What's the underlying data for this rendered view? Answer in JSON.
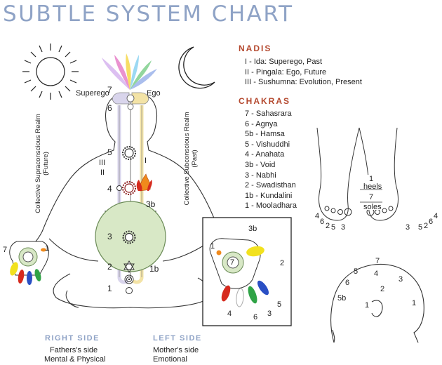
{
  "title": "SUBTLE SYSTEM CHART",
  "nadis": {
    "heading": "NADIS",
    "items": [
      "I - Ida: Superego, Past",
      "II - Pingala: Ego, Future",
      "III - Sushumna: Evolution, Present"
    ]
  },
  "chakras": {
    "heading": "CHAKRAS",
    "items": [
      "7 - Sahasrara",
      "6 - Agnya",
      "5b - Hamsa",
      "5 - Vishuddhi",
      "4 - Anahata",
      "3b - Void",
      "3 - Nabhi",
      "2 - Swadisthan",
      "1b - Kundalini",
      "1 - Mooladhara"
    ]
  },
  "body_labels": {
    "superego": "Superego",
    "ego": "Ego",
    "n7": "7",
    "n6": "6",
    "n5": "5",
    "n4": "4",
    "n3": "3",
    "n3b": "3b",
    "n2": "2",
    "n1b": "1b",
    "n1": "1",
    "nadi_I": "I",
    "nadi_II": "II",
    "nadi_III": "III",
    "left_realm_1": "Collective Supraconscious Realm",
    "left_realm_2": "(Future)",
    "right_realm_1": "Collective Subconscious Realm",
    "right_realm_2": "(Past)",
    "hand_l7": "7",
    "hand_l1": "1"
  },
  "hand_inset": {
    "c3b": "3b",
    "c1": "1",
    "c7": "7",
    "c2": "2",
    "c4": "4",
    "c6": "6",
    "c3": "3",
    "c5": "5"
  },
  "feet": {
    "heels_num": "1",
    "heels": "heels",
    "soles_num": "7",
    "soles": "soles",
    "left_toes": [
      "4",
      "6",
      "2",
      "5",
      "3"
    ],
    "right_toes": [
      "3",
      "5",
      "2",
      "6",
      "4"
    ]
  },
  "head": {
    "n7": "7",
    "n5": "5",
    "n3": "3",
    "n6": "6",
    "n2": "2",
    "n4": "4",
    "n5b": "5b",
    "n1a": "1",
    "n1b": "1"
  },
  "right_side": {
    "heading": "RIGHT SIDE",
    "line1": "Fathers's side",
    "line2": "Mental & Physical"
  },
  "left_side": {
    "heading": "LEFT SIDE",
    "line1": "Mother's side",
    "line2": "Emotional"
  },
  "colors": {
    "title": "#8fa3c6",
    "heading_red": "#b4482e",
    "side_blue": "#8fa3c6",
    "ida": "#d9d5ec",
    "pingala": "#f3e3a6",
    "void": "#d8e8c6",
    "yellow": "#f2e11e",
    "red": "#d62a1e",
    "blue": "#2a4fc4",
    "green": "#2fa346",
    "orange": "#f08a1c"
  }
}
